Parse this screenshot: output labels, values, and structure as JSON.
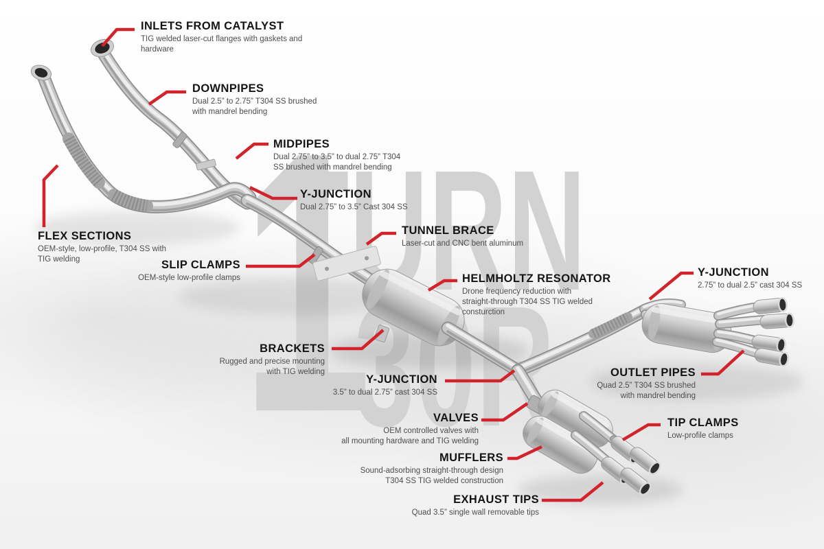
{
  "watermark": {
    "big_digit": "1",
    "line1": "TURN",
    "line2_rest": "30R"
  },
  "colors": {
    "accent_red": "#d2232a",
    "title_black": "#141414",
    "desc_gray": "#4d4d4d",
    "watermark_gray": "#d2d2d2"
  },
  "callouts": [
    {
      "id": "inlets-from-catalyst",
      "title": "INLETS FROM CATALYST",
      "desc": "TIG welded laser-cut flanges with gaskets and hardware"
    },
    {
      "id": "downpipes",
      "title": "DOWNPIPES",
      "desc": "Dual 2.5” to 2.75” T304 SS brushed\nwith mandrel bending"
    },
    {
      "id": "midpipes",
      "title": "MIDPIPES",
      "desc": "Dual 2.75” to 3.5” to dual 2.75” T304\nSS brushed with mandrel bending"
    },
    {
      "id": "y-junction-front",
      "title": "Y-JUNCTION",
      "desc": "Dual 2.75” to 3.5” Cast 304 SS"
    },
    {
      "id": "tunnel-brace",
      "title": "TUNNEL BRACE",
      "desc": "Laser-cut and CNC bent aluminum"
    },
    {
      "id": "flex-sections",
      "title": "FLEX SECTIONS",
      "desc": "OEM-style, low-profile, T304 SS with\nTIG welding"
    },
    {
      "id": "slip-clamps",
      "title": "SLIP CLAMPS",
      "desc": "OEM-style low-profile clamps"
    },
    {
      "id": "helmholtz-resonator",
      "title": "HELMHOLTZ RESONATOR",
      "desc": "Drone frequency reduction with\nstraight-through T304 SS TIG welded\nconsturction"
    },
    {
      "id": "y-junction-rear",
      "title": "Y-JUNCTION",
      "desc": "2.75” to dual 2.5” cast 304 SS"
    },
    {
      "id": "brackets",
      "title": "BRACKETS",
      "desc": "Rugged and precise mounting\nwith TIG welding"
    },
    {
      "id": "y-junction-mid",
      "title": "Y-JUNCTION",
      "desc": "3.5” to dual 2.75” cast 304 SS"
    },
    {
      "id": "outlet-pipes",
      "title": "OUTLET PIPES",
      "desc": "Quad 2.5” T304 SS brushed\nwith mandrel bending"
    },
    {
      "id": "valves",
      "title": "VALVES",
      "desc": "OEM controlled valves with\nall mounting hardware and TIG welding"
    },
    {
      "id": "tip-clamps",
      "title": "TIP CLAMPS",
      "desc": "Low-profile clamps"
    },
    {
      "id": "mufflers",
      "title": "MUFFLERS",
      "desc": "Sound-adsorbing straight-through design\nT304 SS TIG welded construction"
    },
    {
      "id": "exhaust-tips",
      "title": "EXHAUST TIPS",
      "desc": "Quad 3.5” single wall removable tips"
    }
  ]
}
